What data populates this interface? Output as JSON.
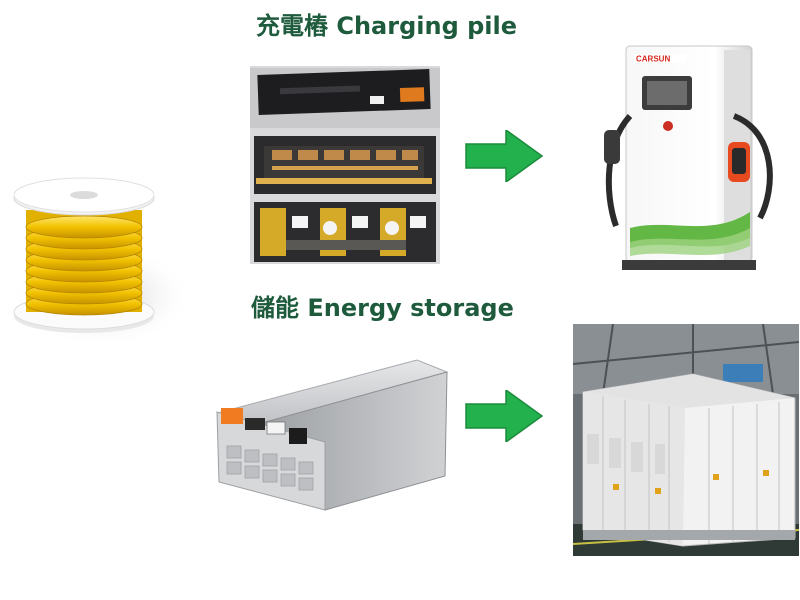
{
  "headings": {
    "charging": "充電樁  Charging pile",
    "storage": "儲能 Energy storage"
  },
  "charger_brand": "CARSUN",
  "colors": {
    "heading": "#1e5a3c",
    "arrow": "#22b14c",
    "cable_yellow": "#f2c200",
    "charger_accent": "#e84a1f",
    "battery_orange": "#f07b21"
  },
  "icons": {
    "arrow_top": "arrow-right-icon",
    "arrow_bottom": "arrow-right-icon"
  }
}
